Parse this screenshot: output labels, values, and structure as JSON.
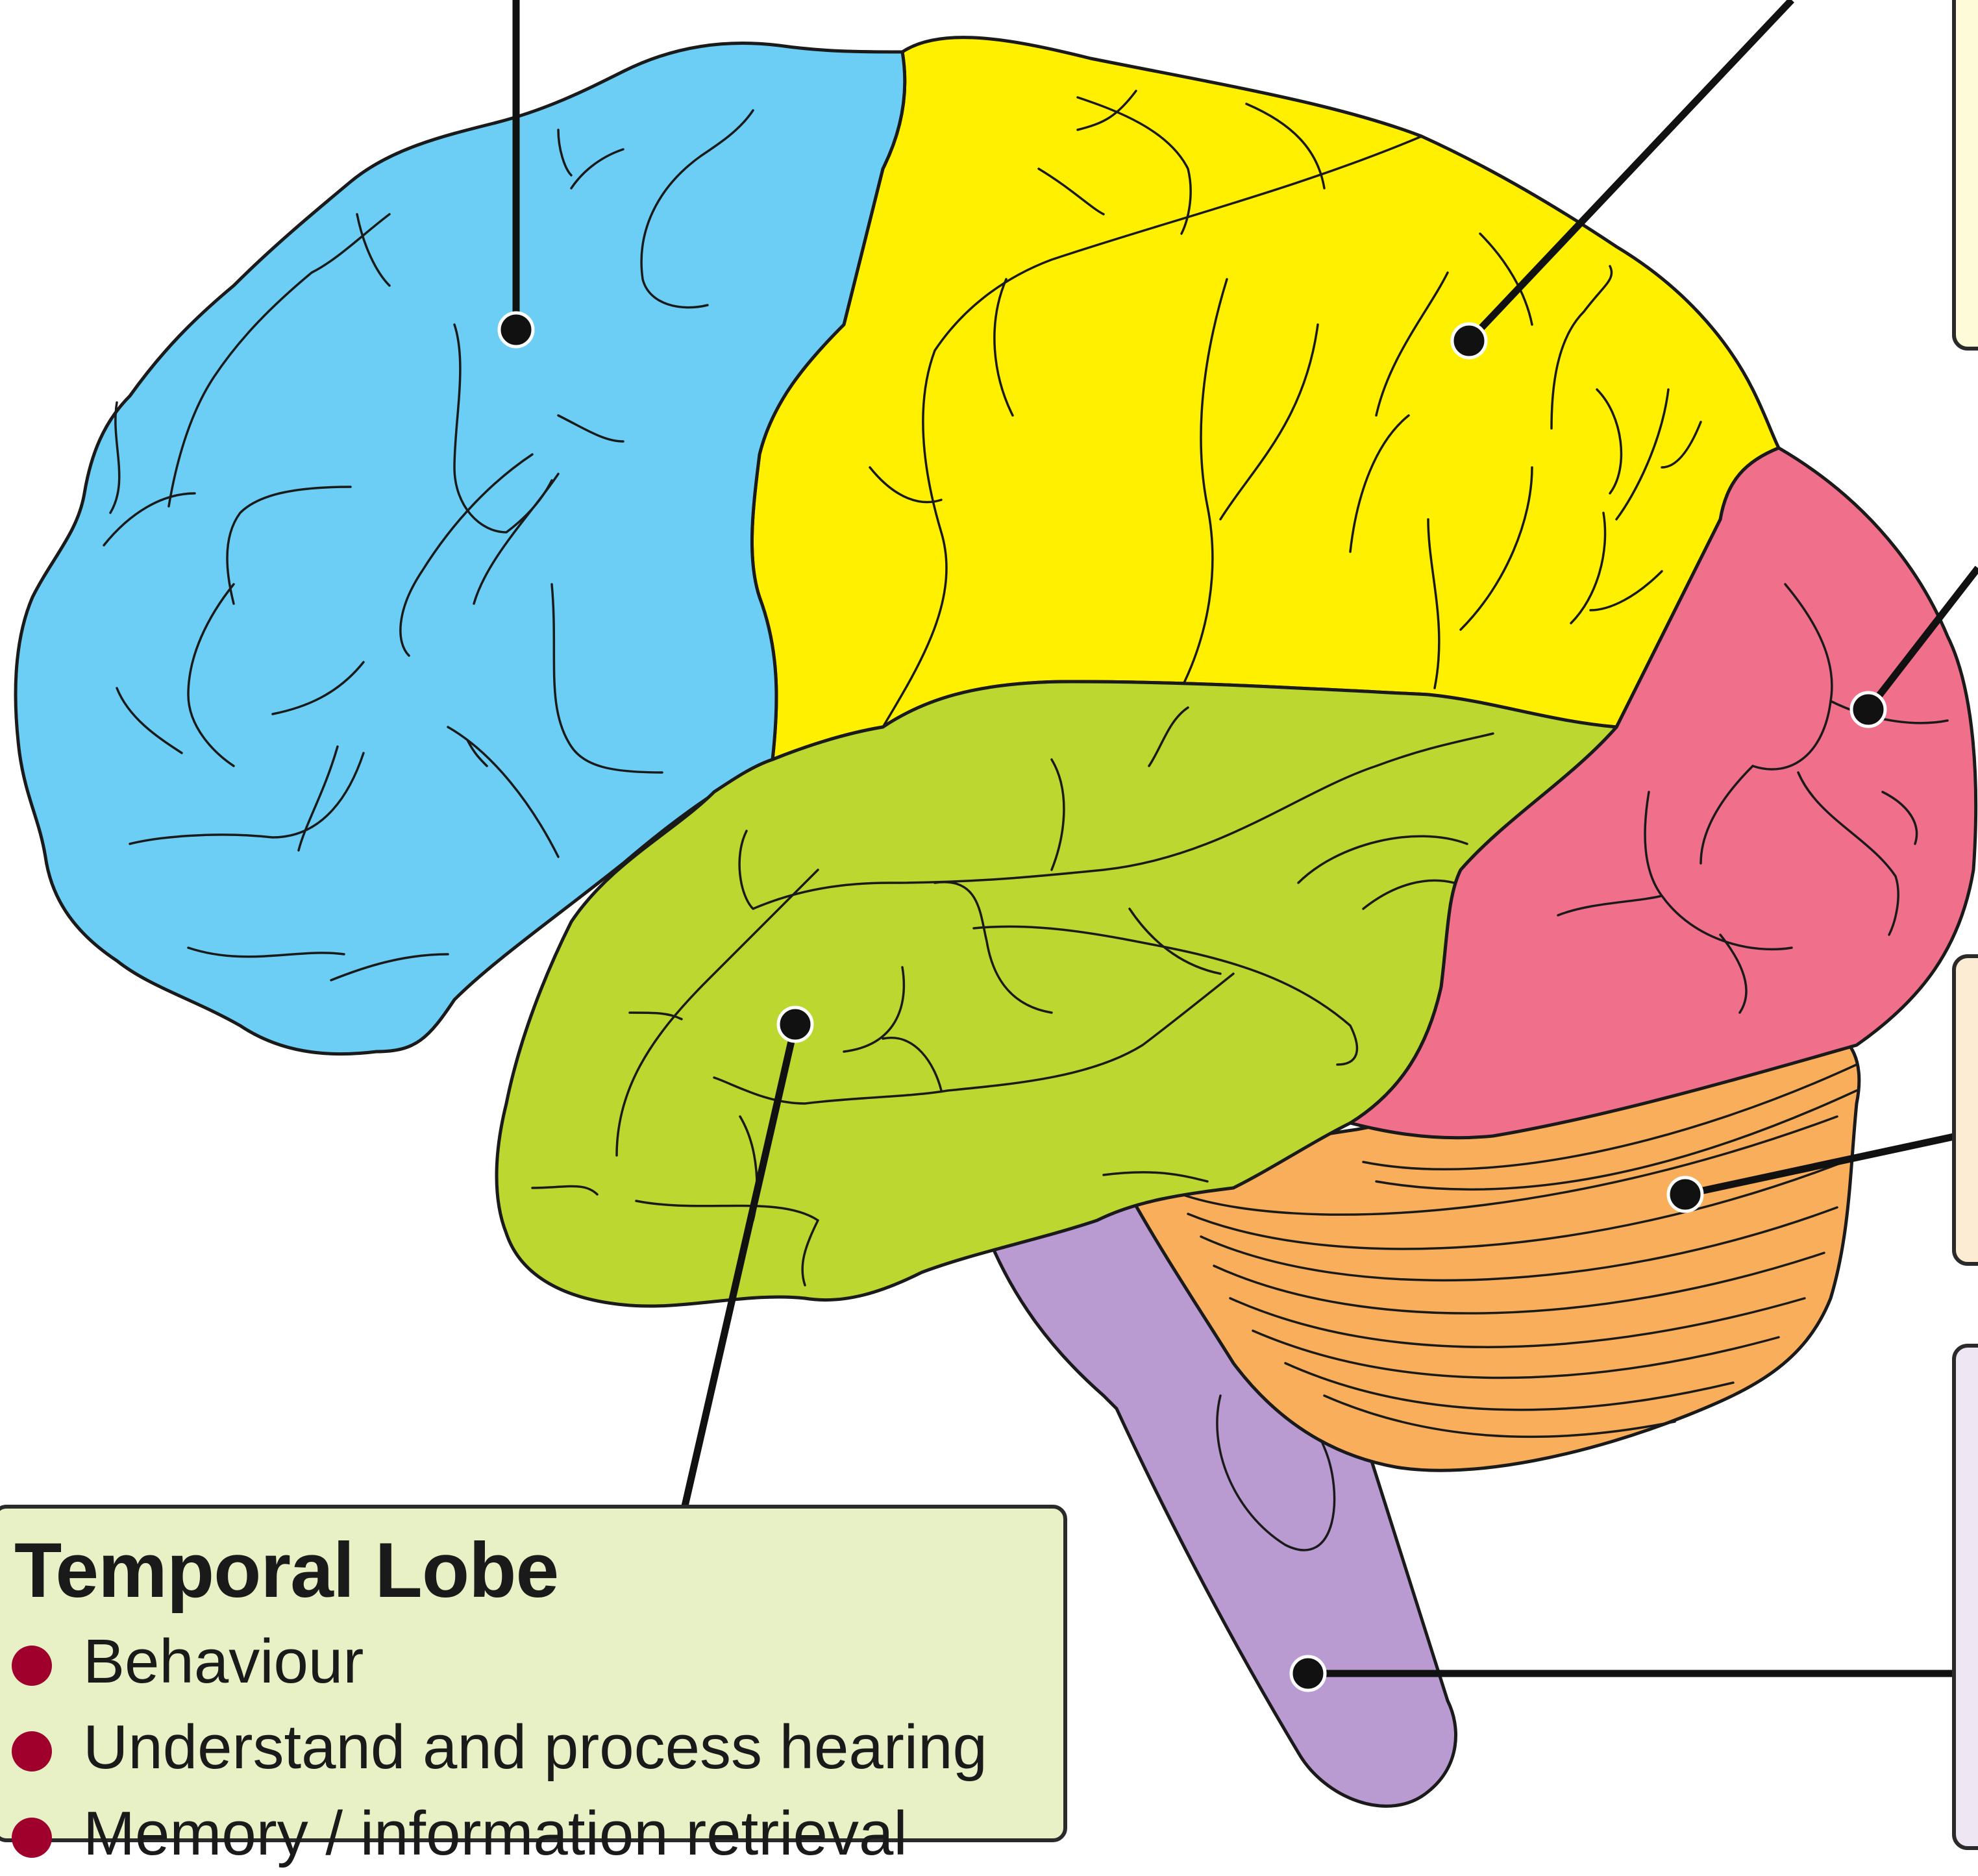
{
  "colors": {
    "frontal": "#6ccef4",
    "parietal": "#fff000",
    "occipital": "#f06f8a",
    "temporal": "#bcd72f",
    "cerebellum": "#f9ae5c",
    "brainstem": "#b99ad1",
    "bullet": "#a0002c",
    "label_background": "#e8f0c5"
  },
  "temporal_label": {
    "title": "Temporal Lobe",
    "bullets": [
      "Behaviour",
      "Understand and process hearing",
      "Memory / information retrieval"
    ]
  }
}
